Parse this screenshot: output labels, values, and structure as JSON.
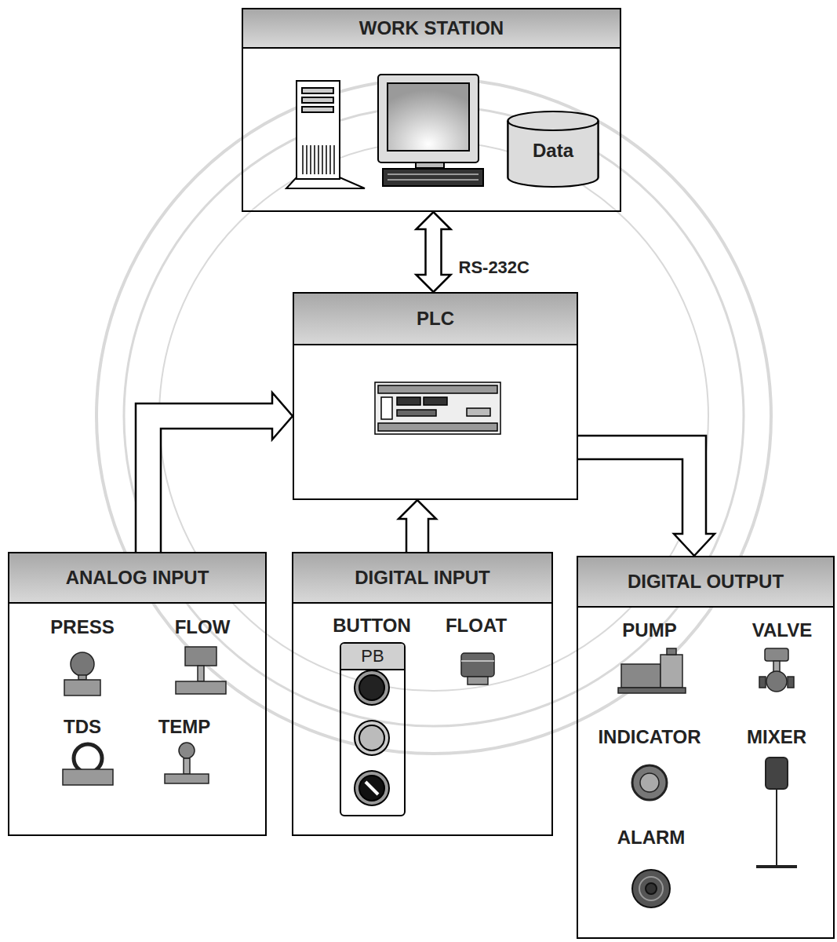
{
  "diagram": {
    "nodes": [
      {
        "text": [
          "WORK STATION"
        ]
      },
      {
        "text": [
          "Data"
        ],
        "in": 0
      },
      {
        "text": [
          "PLC"
        ]
      },
      {
        "text": [
          "ANALOG INPUT"
        ]
      },
      {
        "text": [
          "DIGITAL INPUT"
        ]
      },
      {
        "text": [
          "PB"
        ],
        "in": 4
      },
      {
        "text": [
          "DIGITAL OUTPUT"
        ]
      }
    ],
    "edges": [
      {
        "from": 0,
        "to": 2,
        "label": "RS-232C",
        "arrow": "both"
      },
      {
        "from": 3,
        "to": 2,
        "arrow": "to"
      },
      {
        "from": 4,
        "to": 2,
        "arrow": "to"
      },
      {
        "from": 2,
        "to": 6,
        "arrow": "to"
      }
    ],
    "labels": [
      "PRESS",
      "FLOW",
      "TDS",
      "TEMP",
      "BUTTON",
      "FLOAT",
      "PUMP",
      "VALVE",
      "INDICATOR",
      "MIXER",
      "ALARM"
    ]
  }
}
